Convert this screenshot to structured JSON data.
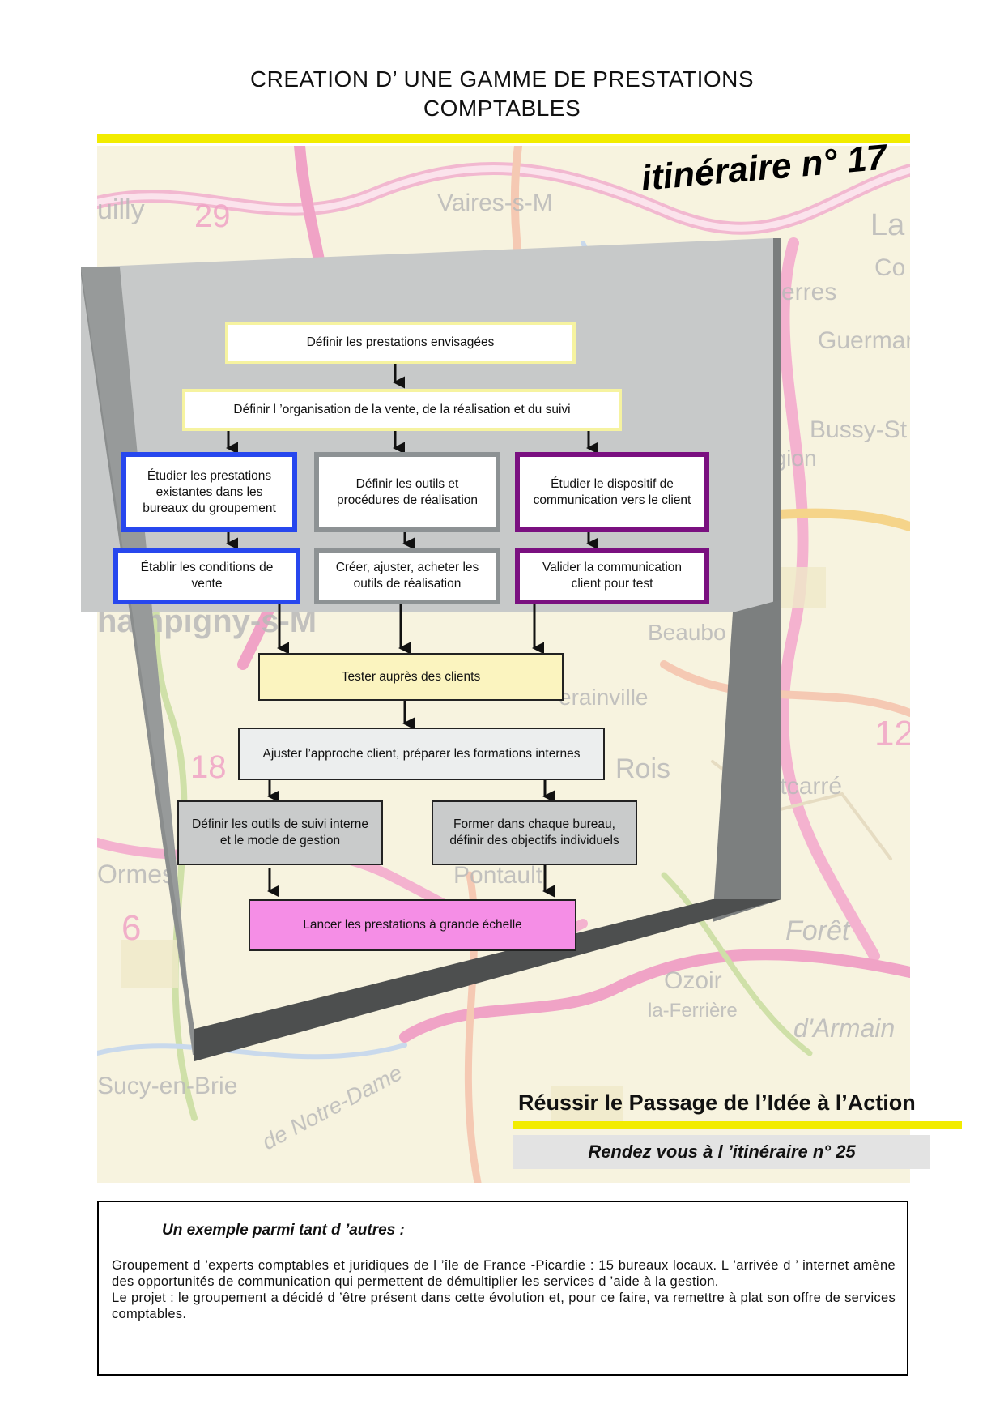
{
  "page": {
    "title_line1": "CREATION D’ UNE GAMME DE PRESTATIONS",
    "title_line2": "COMPTABLES",
    "itinerary_label": "itinéraire n° 17"
  },
  "map_labels": {
    "vaires": "Vaires-s-M",
    "uilly": "uilly",
    "num29": "29",
    "la": "La",
    "col": "Co",
    "verres": "verres",
    "guermar": "Guermar",
    "bussy": "Bussy-St",
    "legion": "égion",
    "champigny": "hampigny-s-M",
    "beaubo": "Beaubo",
    "erainvi": "erainville",
    "rois": "Rois",
    "pontcarre": "Pontcarré",
    "ormes": "Ormes",
    "pontault": "Pontault",
    "foret": "Forêt",
    "ozoir": "Ozoir",
    "fer": "la-Ferrière",
    "armain": "d'Armain",
    "sucy": "Sucy-en-Brie",
    "notre": "de Notre-Dame",
    "num6": "6",
    "num12": "12",
    "num18": "18"
  },
  "flowchart": {
    "step1": "Définir les prestations envisagées",
    "step2": "Définir l ’organisation de la vente, de la réalisation et du suivi",
    "col_left_1": "Étudier les prestations existantes dans les bureaux du groupement",
    "col_mid_1": "Définir les outils et procédures de réalisation",
    "col_right_1": "Étudier le dispositif de communication vers le client",
    "col_left_2": "Établir les conditions de vente",
    "col_mid_2": "Créer, ajuster, acheter les outils de réalisation",
    "col_right_2": "Valider la communication client pour test",
    "step_test": "Tester auprès des clients",
    "step_adjust": "Ajuster l’approche client, préparer les formations internes",
    "split_left": "Définir les outils de suivi interne et le mode de gestion",
    "split_right": "Former dans chaque bureau, définir des objectifs individuels",
    "step_launch": "Lancer les prestations à grande échelle"
  },
  "footer": {
    "slogan": "Réussir le Passage de l’Idée à l’Action",
    "rendezvous": "Rendez vous à l ’itinéraire  n° 25"
  },
  "example": {
    "title": "Un exemple parmi tant d ’autres :",
    "para1": "Groupement d ’experts comptables et juridiques de l ’île de France -Picardie : 15 bureaux locaux. L ’arrivée d ’ internet amène des opportunités de communication qui permettent de démultiplier les services d ’aide à la gestion.",
    "para2": "Le projet : le groupement a décidé d ’être présent dans cette évolution et, pour ce faire, va  remettre à plat son offre de services comptables."
  },
  "colors": {
    "accent_yellow": "#f2ec00",
    "blue": "#2747ee",
    "purple": "#7a1080",
    "grey": "#8d9294",
    "pink": "#f58ee6"
  }
}
